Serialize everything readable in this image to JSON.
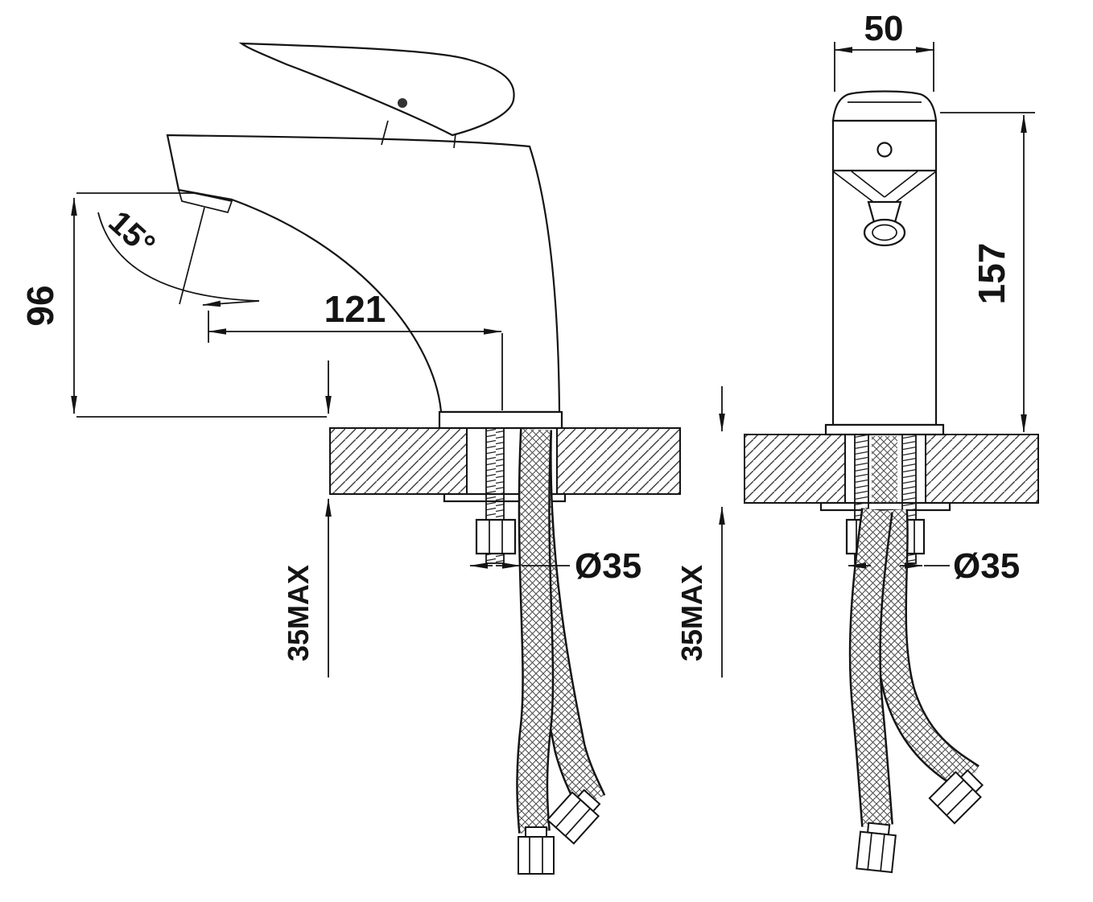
{
  "drawing": {
    "kind": "faucet-installation-dimension-drawing",
    "side_view": {
      "spout_angle": "15°",
      "spout_height": "96",
      "spout_reach": "121",
      "max_deck_thickness": "35MAX",
      "hole_diameter": "Ø35"
    },
    "front_view": {
      "body_width": "50",
      "body_height": "157",
      "max_deck_thickness": "35MAX",
      "hole_diameter": "Ø35"
    }
  },
  "style": {
    "ink": "#141414",
    "background": "#ffffff"
  }
}
